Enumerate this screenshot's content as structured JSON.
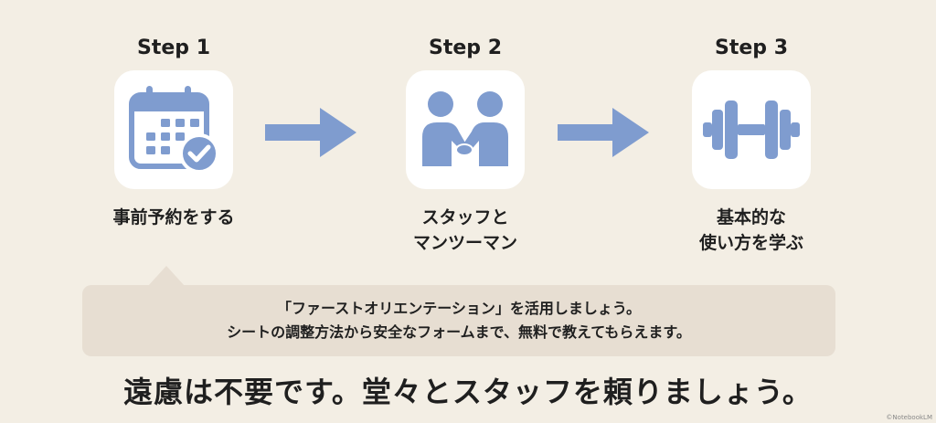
{
  "steps": [
    {
      "title": "Step 1",
      "label_lines": [
        "事前予約をする"
      ],
      "icon": "calendar-check-icon"
    },
    {
      "title": "Step 2",
      "label_lines": [
        "スタッフと",
        "マンツーマン"
      ],
      "icon": "handshake-icon"
    },
    {
      "title": "Step 3",
      "label_lines": [
        "基本的な",
        "使い方を学ぶ"
      ],
      "icon": "dumbbell-icon"
    }
  ],
  "note": {
    "line1": "「ファーストオリエンテーション」を活用しましょう。",
    "line2": "シートの調整方法から安全なフォームまで、無料で教えてもらえます。"
  },
  "footer_text": "遠慮は不要です。堂々とスタッフを頼りましょう。",
  "credit": "©NotebookLM",
  "colors": {
    "background": "#f3eee4",
    "accent": "#7f9ccf",
    "note_bg": "#e7ded2",
    "card": "#ffffff"
  }
}
